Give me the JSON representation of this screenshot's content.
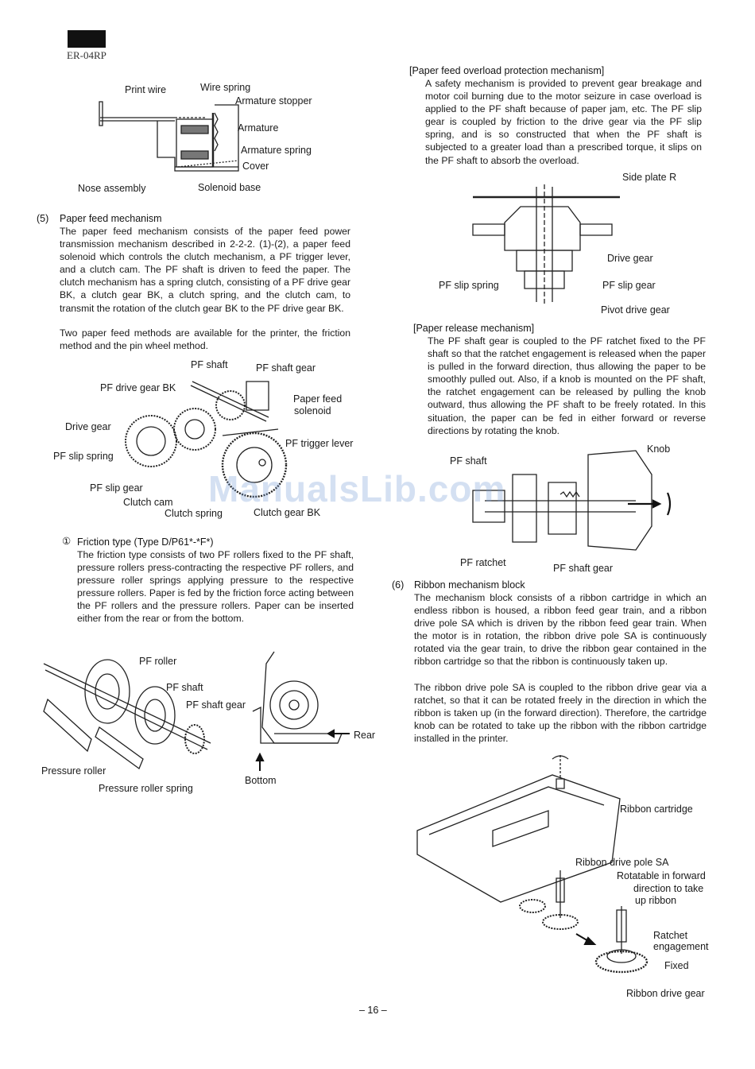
{
  "header": {
    "model": "ER-04RP"
  },
  "fig_solenoid": {
    "labels": {
      "print_wire": "Print wire",
      "wire_spring": "Wire spring",
      "armature_stopper": "Armature stopper",
      "armature": "Armature",
      "armature_spring": "Armature spring",
      "cover": "Cover",
      "nose_assembly": "Nose assembly",
      "solenoid_base": "Solenoid base"
    }
  },
  "sec5": {
    "number": "(5)",
    "title": "Paper feed mechanism",
    "body": "The paper feed mechanism consists of the paper feed power transmission mechanism described in 2-2-2. (1)-(2), a paper feed solenoid which controls the clutch mechanism, a PF trigger lever, and a clutch cam. The PF shaft is driven to feed the paper. The clutch mechanism has a spring clutch, consisting of a PF drive gear BK, a clutch gear BK, a clutch spring, and the clutch cam, to transmit the rotation of the clutch gear BK to the PF drive gear BK.",
    "body2": "Two paper feed methods are available for the printer, the friction method and the pin wheel method."
  },
  "fig_pf": {
    "labels": {
      "pf_shaft": "PF shaft",
      "pf_shaft_gear": "PF shaft gear",
      "pf_drive_gear_bk": "PF drive gear BK",
      "paper_feed_solenoid_1": "Paper feed",
      "paper_feed_solenoid_2": "solenoid",
      "drive_gear": "Drive gear",
      "pf_trigger_lever": "PF trigger lever",
      "pf_slip_spring": "PF slip spring",
      "pf_slip_gear": "PF slip gear",
      "clutch_cam": "Clutch cam",
      "clutch_spring": "Clutch spring",
      "clutch_gear_bk": "Clutch gear BK"
    }
  },
  "friction": {
    "marker": "①",
    "title": "Friction type (Type D/P61*-*F*)",
    "body": "The friction type consists of two PF rollers fixed to the PF shaft, pressure rollers press-contracting the respective PF rollers, and pressure roller springs applying pressure to the respective pressure rollers. Paper is fed by the friction force acting between the PF rollers and the pressure rollers. Paper can be inserted either from the rear or from the bottom."
  },
  "fig_rollers": {
    "labels": {
      "pf_roller": "PF roller",
      "pf_shaft": "PF shaft",
      "pf_shaft_gear": "PF shaft gear",
      "pressure_roller": "Pressure roller",
      "pressure_roller_spring": "Pressure roller spring",
      "rear": "Rear",
      "bottom": "Bottom"
    }
  },
  "overload": {
    "title": "[Paper feed overload protection mechanism]",
    "body": "A safety mechanism is provided to prevent gear breakage and motor coil burning due to the motor seizure in case overload is applied to the PF shaft because of paper jam, etc. The PF slip gear is coupled by friction to the drive gear via the PF slip spring, and is so constructed that when the PF shaft is subjected to a greater load than a prescribed torque, it slips on the PF shaft to absorb the overload."
  },
  "fig_overload": {
    "labels": {
      "side_plate_r": "Side plate R",
      "drive_gear": "Drive gear",
      "pf_slip_spring": "PF slip spring",
      "pf_slip_gear": "PF slip gear",
      "pivot_drive_gear": "Pivot drive gear"
    }
  },
  "release": {
    "title": "[Paper release mechanism]",
    "body": "The PF shaft gear is coupled to the PF ratchet fixed to the PF shaft so that the ratchet engagement is released when the paper is pulled in the forward direction, thus allowing the paper to be smoothly pulled out. Also, if a knob is mounted on the PF shaft, the ratchet engagement can be released by pulling the knob outward, thus allowing the PF shaft to be freely rotated. In this situation, the paper can be fed in either forward or reverse directions by rotating the knob."
  },
  "fig_release": {
    "labels": {
      "knob": "Knob",
      "pf_shaft": "PF shaft",
      "pf_ratchet": "PF ratchet",
      "pf_shaft_gear": "PF shaft gear"
    }
  },
  "sec6": {
    "number": "(6)",
    "title": "Ribbon mechanism block",
    "body": "The mechanism block consists of a ribbon cartridge in which an endless ribbon is housed, a ribbon feed gear train, and a ribbon drive pole SA which is driven by the ribbon feed gear train. When the motor is in rotation, the ribbon drive pole SA is continuously rotated via the gear train, to drive the ribbon gear contained in the ribbon cartridge so that the ribbon is continuously taken up.",
    "body2": "The ribbon drive pole SA is coupled to the ribbon drive gear via a ratchet, so that it can be rotated freely in the direction in which the ribbon is taken up (in the forward direction). Therefore, the cartridge knob can be rotated to take up the ribbon with the ribbon cartridge installed in the printer."
  },
  "fig_ribbon": {
    "labels": {
      "ribbon_cartridge": "Ribbon cartridge",
      "ribbon_drive_pole_sa": "Ribbon drive pole SA",
      "rotatable_1": "Rotatable in forward",
      "rotatable_2": "direction to take",
      "rotatable_3": "up ribbon",
      "ratchet_1": "Ratchet",
      "ratchet_2": "engagement",
      "fixed": "Fixed",
      "ribbon_drive_gear": "Ribbon drive gear"
    }
  },
  "footer": {
    "page_number": "– 16 –"
  },
  "watermark": "ManualsLib.com"
}
